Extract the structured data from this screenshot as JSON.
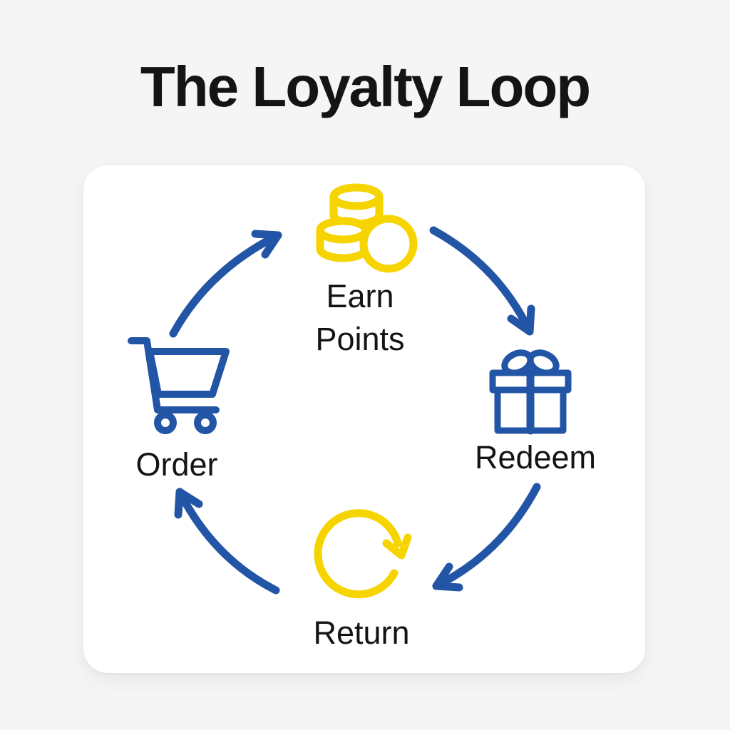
{
  "title": "The Loyalty Loop",
  "palette": {
    "blue": "#2255A5",
    "yellow": "#F5D400",
    "text": "#141414",
    "background": "#F5F5F6",
    "card": "#FFFFFF"
  },
  "diagram": {
    "type": "cycle",
    "stages": [
      {
        "label": "Earn Points",
        "icon": "coins-icon",
        "icon_color": "#F5D400",
        "position": "top"
      },
      {
        "label": "Redeem",
        "icon": "gift-icon",
        "icon_color": "#2255A5",
        "position": "right"
      },
      {
        "label": "Return",
        "icon": "rotate-cw-icon",
        "icon_color": "#F5D400",
        "position": "bottom"
      },
      {
        "label": "Order",
        "icon": "shopping-cart-icon",
        "icon_color": "#2255A5",
        "position": "left"
      }
    ],
    "connections": [
      {
        "from": "Order",
        "to": "Earn Points"
      },
      {
        "from": "Earn Points",
        "to": "Redeem"
      },
      {
        "from": "Redeem",
        "to": "Return"
      },
      {
        "from": "Return",
        "to": "Order"
      }
    ],
    "arrow_color": "#2255A5"
  }
}
